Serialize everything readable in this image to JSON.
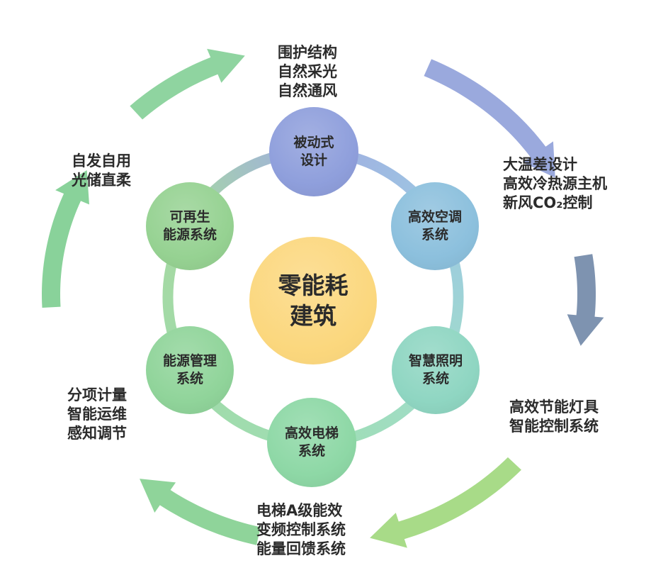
{
  "center": {
    "lines": [
      "零能耗",
      "建筑"
    ]
  },
  "nodes": {
    "passive": {
      "lines": [
        "被动式",
        "设计"
      ]
    },
    "hvac": {
      "lines": [
        "高效空调",
        "系统"
      ]
    },
    "lighting": {
      "lines": [
        "智慧照明",
        "系统"
      ]
    },
    "elevator": {
      "lines": [
        "高效电梯",
        "系统"
      ]
    },
    "energy_mgmt": {
      "lines": [
        "能源管理",
        "系统"
      ]
    },
    "renewable": {
      "lines": [
        "可再生",
        "能源系统"
      ]
    }
  },
  "labels": {
    "passive": [
      "围护结构",
      "自然采光",
      "自然通风"
    ],
    "hvac": [
      "大温差设计",
      "高效冷热源主机",
      "新风CO₂控制"
    ],
    "lighting": [
      "高效节能灯具",
      "智能控制系统"
    ],
    "elevator": [
      "电梯A级能效",
      "变频控制系统",
      "能量回馈系统"
    ],
    "energy_mgmt": [
      "分项计量",
      "智能运维",
      "感知调节"
    ],
    "renewable": [
      "自发自用",
      "光储直柔"
    ]
  },
  "colors": {
    "center": "#fbd77d",
    "passive": "#8f9fdc",
    "hvac": "#8cc0dd",
    "lighting": "#8fd6c2",
    "elevator": "#8ed8a6",
    "energy_mgmt": "#90d49a",
    "renewable": "#96d292",
    "arrow_passive_to_hvac": "#9aa9dd",
    "arrow_hvac_to_lighting": "#7e93b0",
    "arrow_lighting_to_elevator": "#a8db88",
    "arrow_elevator_to_energy": "#8fd49a",
    "arrow_energy_to_renewable": "#89d29a",
    "arrow_renewable_to_passive": "#8fd4a0"
  }
}
